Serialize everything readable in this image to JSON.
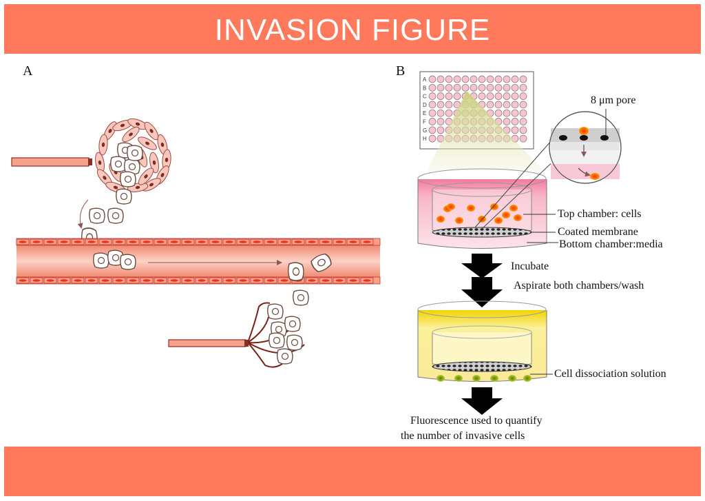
{
  "header": {
    "title": "INVASION FIGURE"
  },
  "panels": {
    "a_label": "A",
    "b_label": "B"
  },
  "plate_rows": [
    "A",
    "B",
    "C",
    "D",
    "E",
    "F",
    "G",
    "H"
  ],
  "annotations": {
    "pore": "8 μm pore",
    "top_chamber": "Top chamber: cells",
    "coated_membrane": "Coated membrane",
    "bottom_chamber": "Bottom chamber:media",
    "incubate": "Incubate",
    "aspirate": "Aspirate both chambers/wash",
    "dissociation": "Cell dissociation solution",
    "fluorescence_line1": "Fluorescence used to quantify",
    "fluorescence_line2": "the number of invasive cells"
  },
  "colors": {
    "band": "#ff7a5c",
    "vessel": "#f7a08a",
    "vessel_edge": "#c0392b",
    "cell_nucleus": "#e8341c",
    "media_pink": "#f7b9c9",
    "media_yellow": "#f6e86b",
    "arrow": "#000000"
  }
}
